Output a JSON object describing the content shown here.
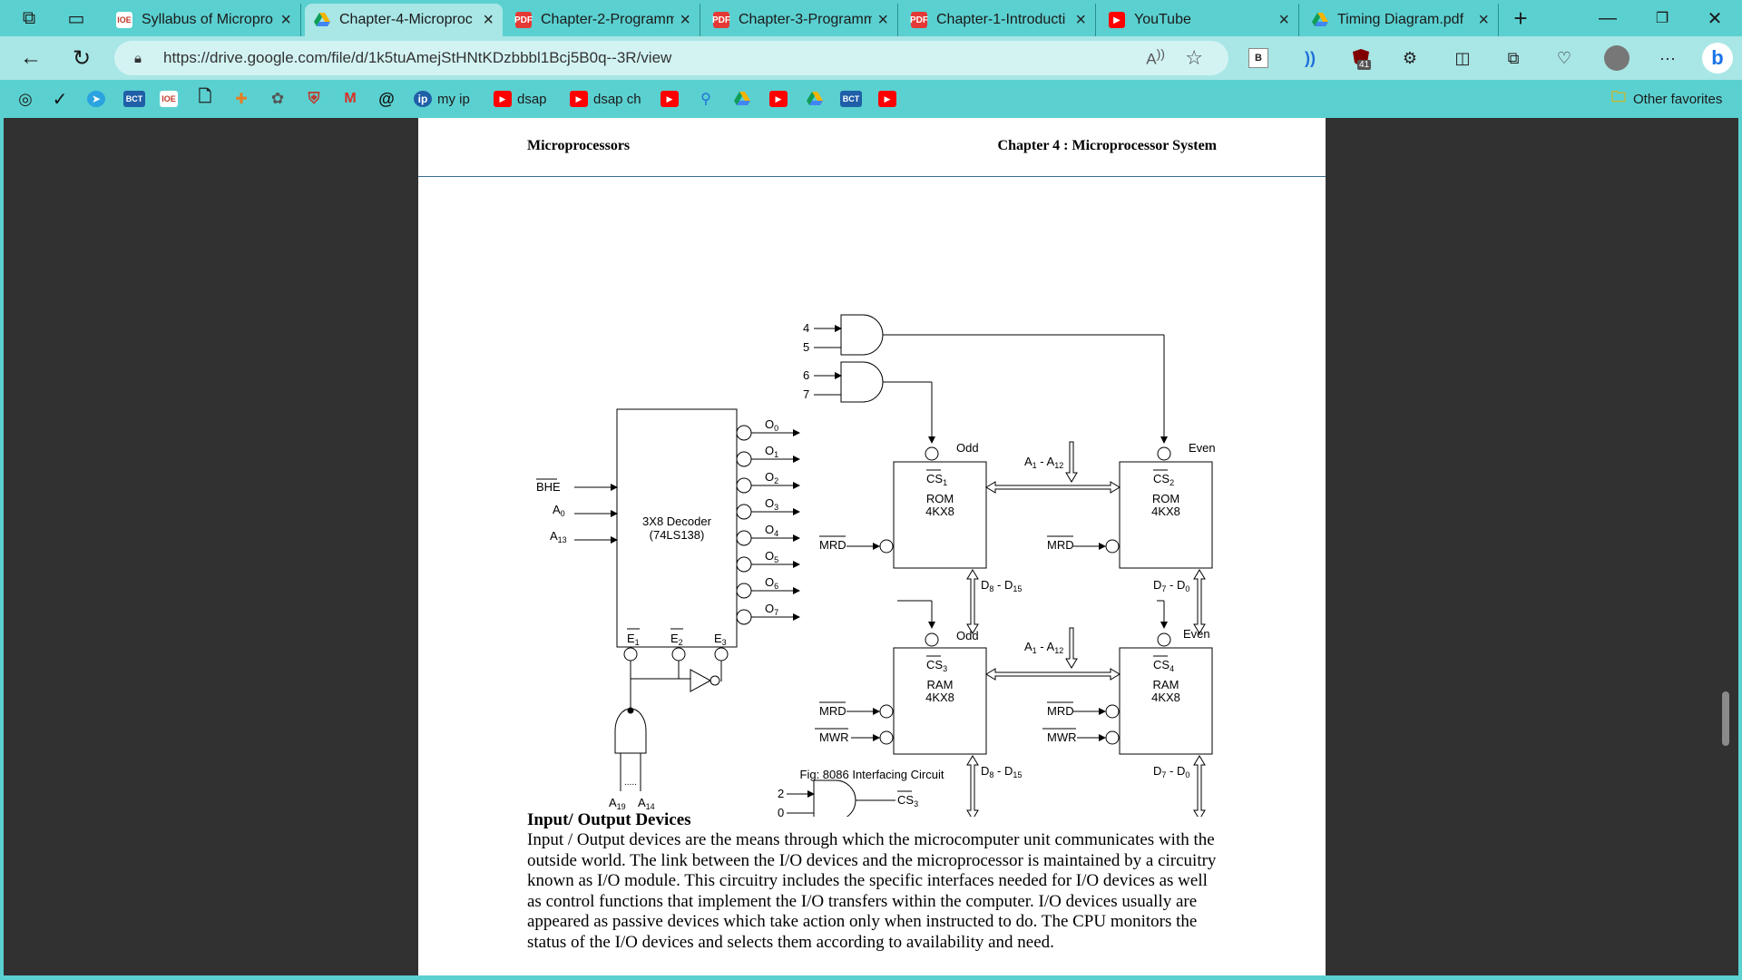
{
  "browser": {
    "tabs": [
      {
        "title": "Syllabus of Micropro",
        "icon": "ioe-icon"
      },
      {
        "title": "Chapter-4-Microproc",
        "icon": "google-drive-icon",
        "active": true
      },
      {
        "title": "Chapter-2-Programm",
        "icon": "pdf-icon"
      },
      {
        "title": "Chapter-3-Programm",
        "icon": "pdf-icon"
      },
      {
        "title": "Chapter-1-Introducti",
        "icon": "pdf-icon"
      },
      {
        "title": "YouTube",
        "icon": "youtube-icon"
      },
      {
        "title": "Timing Diagram.pdf",
        "icon": "google-drive-icon"
      }
    ],
    "url": "https://drive.google.com/file/d/1k5tuAmejStHNtKDzbbbl1Bcj5B0q--3R/view",
    "badge_count": "41",
    "bookmarks": [
      {
        "label": "",
        "icon": "github-icon"
      },
      {
        "label": "",
        "icon": "checkmark-icon"
      },
      {
        "label": "",
        "icon": "telegram-icon"
      },
      {
        "label": "",
        "icon": "bct-icon",
        "text": "BCT"
      },
      {
        "label": "",
        "icon": "ioe-icon",
        "text": "IOE"
      },
      {
        "label": "",
        "icon": "document-icon"
      },
      {
        "label": "",
        "icon": "puzzle-icon"
      },
      {
        "label": "",
        "icon": "openai-icon"
      },
      {
        "label": "",
        "icon": "shield-icon"
      },
      {
        "label": "",
        "icon": "gmail-icon"
      },
      {
        "label": "",
        "icon": "threads-icon"
      },
      {
        "label": "my ip",
        "icon": "ip-icon"
      },
      {
        "label": "dsap",
        "icon": "youtube-icon"
      },
      {
        "label": "dsap ch",
        "icon": "youtube-icon"
      },
      {
        "label": "",
        "icon": "youtube-icon"
      },
      {
        "label": "",
        "icon": "search-icon"
      },
      {
        "label": "",
        "icon": "google-drive-icon"
      },
      {
        "label": "",
        "icon": "youtube-icon"
      },
      {
        "label": "",
        "icon": "google-drive-icon"
      },
      {
        "label": "",
        "icon": "bct-icon",
        "text": "BCT"
      },
      {
        "label": "",
        "icon": "youtube-icon"
      }
    ],
    "other_favorites": "Other favorites"
  },
  "document": {
    "header_left": "Microprocessors",
    "header_right": "Chapter 4 : Microprocessor System",
    "figure": {
      "caption": "Fig: 8086 Interfacing Circuit",
      "decoder_label_1": "3X8 Decoder",
      "decoder_label_2": "(74LS138)",
      "odd": "Odd",
      "even": "Even",
      "rom": "ROM",
      "ram": "RAM",
      "size": "4KX8",
      "bhe": "BHE",
      "mrd": "MRD",
      "mwr": "MWR",
      "dots": "....."
    },
    "section_title": "Input/ Output Devices",
    "section_body": "Input / Output devices are the means through which the microcomputer unit communicates with the outside world. The link between the I/O devices and the microprocessor is maintained by a circuitry known as I/O module. This circuitry includes   the specific interfaces needed for I/O devices as well as control functions that implement the I/O transfers within the computer. I/O devices usually are appeared as passive devices which take action only when instructed to do. The CPU monitors the status of the I/O devices and selects them according to availability and need."
  }
}
